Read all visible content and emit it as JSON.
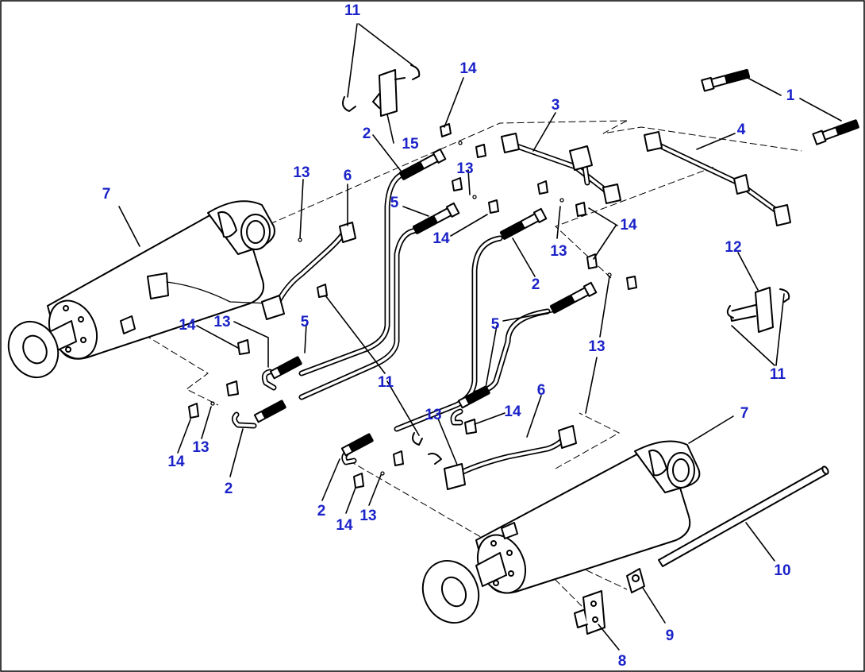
{
  "colors": {
    "callout": "#1a22c8",
    "line": "#000000",
    "background": "#ffffff"
  },
  "callouts": [
    {
      "id": "c1",
      "label": "1"
    },
    {
      "id": "c2a",
      "label": "2"
    },
    {
      "id": "c2b",
      "label": "2"
    },
    {
      "id": "c2c",
      "label": "2"
    },
    {
      "id": "c2d",
      "label": "2"
    },
    {
      "id": "c3",
      "label": "3"
    },
    {
      "id": "c4",
      "label": "4"
    },
    {
      "id": "c5a",
      "label": "5"
    },
    {
      "id": "c5b",
      "label": "5"
    },
    {
      "id": "c5c",
      "label": "5"
    },
    {
      "id": "c6a",
      "label": "6"
    },
    {
      "id": "c6b",
      "label": "6"
    },
    {
      "id": "c7a",
      "label": "7"
    },
    {
      "id": "c7b",
      "label": "7"
    },
    {
      "id": "c8",
      "label": "8"
    },
    {
      "id": "c9",
      "label": "9"
    },
    {
      "id": "c10",
      "label": "10"
    },
    {
      "id": "c11a",
      "label": "11"
    },
    {
      "id": "c11b",
      "label": "11"
    },
    {
      "id": "c11c",
      "label": "11"
    },
    {
      "id": "c12",
      "label": "12"
    },
    {
      "id": "c13a",
      "label": "13"
    },
    {
      "id": "c13b",
      "label": "13"
    },
    {
      "id": "c13c",
      "label": "13"
    },
    {
      "id": "c13d",
      "label": "13"
    },
    {
      "id": "c13e",
      "label": "13"
    },
    {
      "id": "c13f",
      "label": "13"
    },
    {
      "id": "c13g",
      "label": "13"
    },
    {
      "id": "c13h",
      "label": "13"
    },
    {
      "id": "c14a",
      "label": "14"
    },
    {
      "id": "c14b",
      "label": "14"
    },
    {
      "id": "c14c",
      "label": "14"
    },
    {
      "id": "c14d",
      "label": "14"
    },
    {
      "id": "c14e",
      "label": "14"
    },
    {
      "id": "c14f",
      "label": "14"
    },
    {
      "id": "c15",
      "label": "15"
    }
  ]
}
